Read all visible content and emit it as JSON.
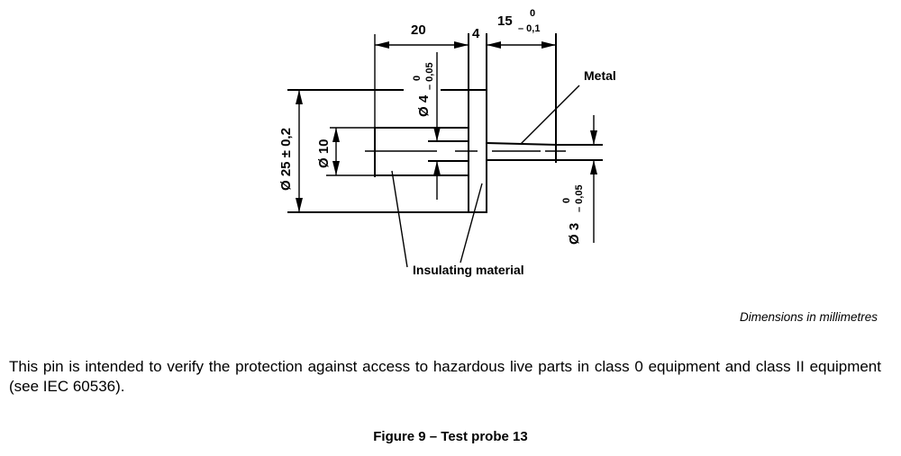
{
  "figure": {
    "dimensions": {
      "body_length": "20",
      "flange_width": "4",
      "pin_length": "15",
      "pin_length_tol_upper": "0",
      "pin_length_tol_lower": "– 0,1",
      "flange_diameter": "Ø 25 ± 0,2",
      "body_diameter": "Ø 10",
      "pin_base_diameter": "Ø 4",
      "pin_base_tol_upper": "0",
      "pin_base_tol_lower": "– 0,05",
      "pin_tip_diameter": "Ø 3",
      "pin_tip_tol_upper": "0",
      "pin_tip_tol_lower": "– 0,05"
    },
    "labels": {
      "metal": "Metal",
      "insulating": "Insulating material"
    }
  },
  "units_note": "Dimensions in millimetres",
  "paragraph": "This pin is intended to verify the protection against access to hazardous live parts in class 0 equipment and class II equipment (see IEC 60536).",
  "caption": "Figure 9 – Test probe 13"
}
